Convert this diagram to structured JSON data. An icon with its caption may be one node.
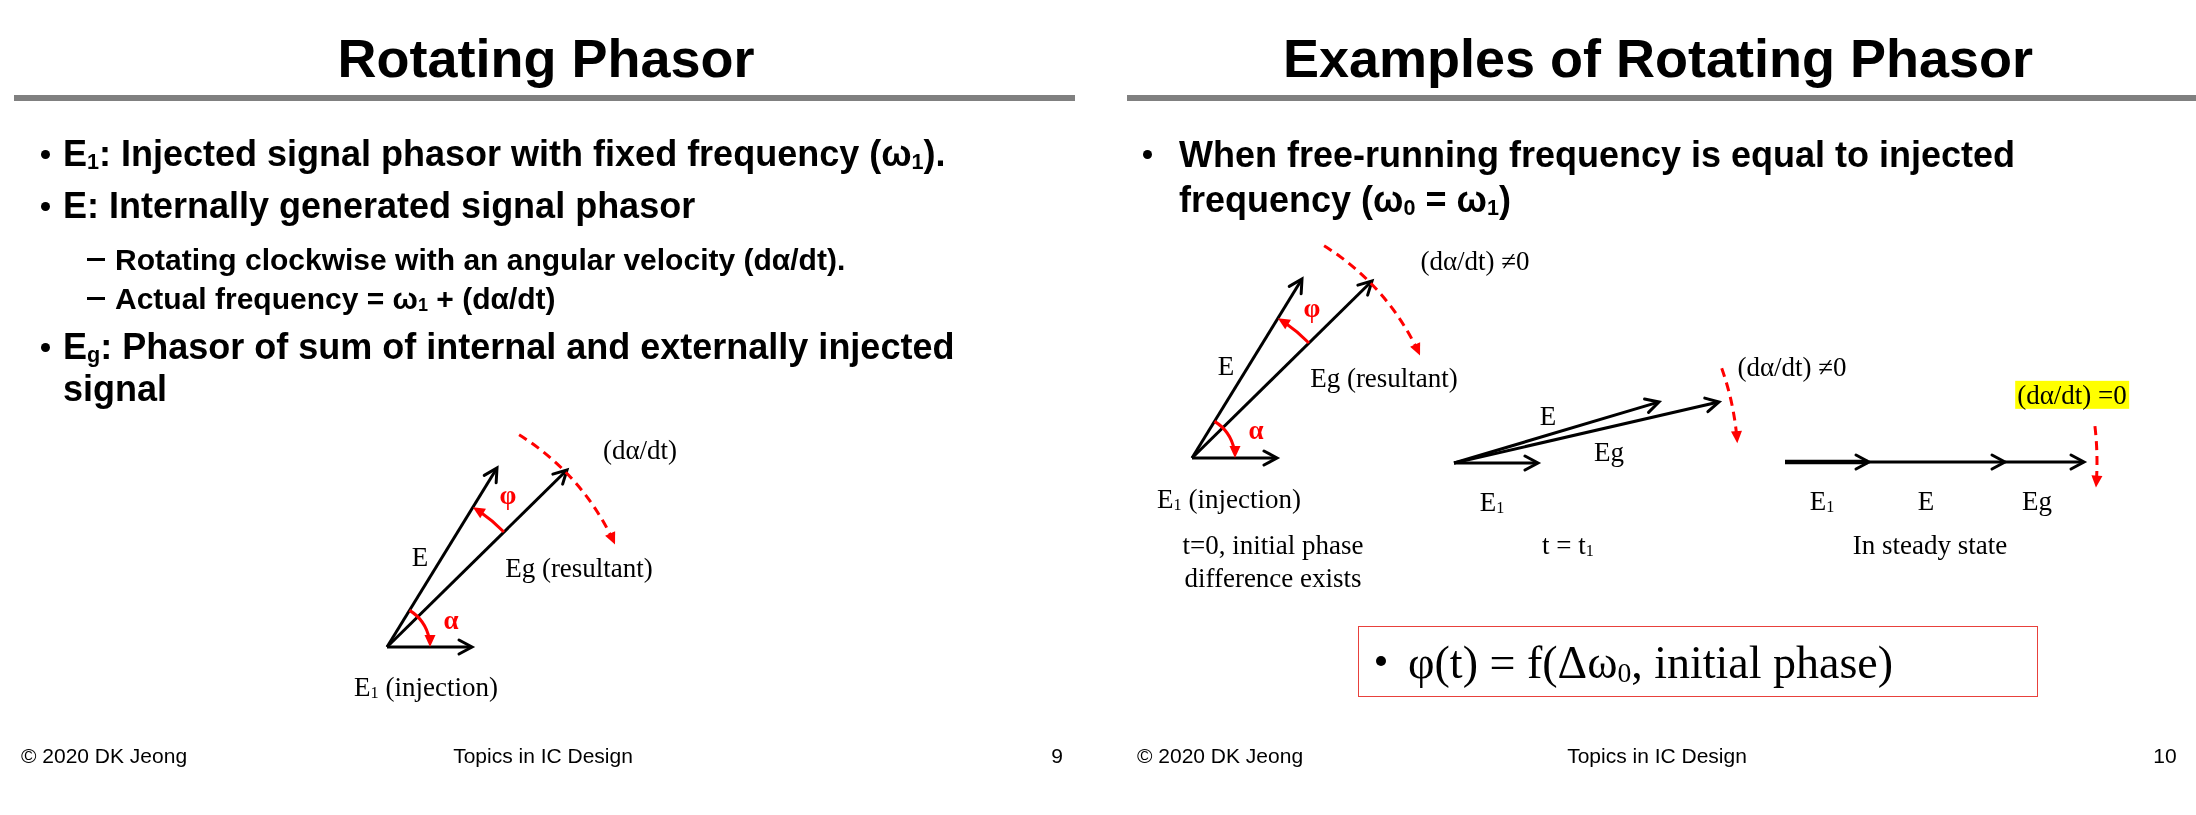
{
  "diagram": {
    "nodes": [
      {
        "text": [
          "φ(t) = f(Δω$_{0}$, initial phase)"
        ]
      }
    ],
    "labels": [
      "Rotating Phasor",
      "E$_{1}$: Injected signal phasor with fixed frequency (ω$_{1}$).",
      "E: Internally generated signal phasor",
      "Rotating clockwise with an angular velocity (dα/dt).",
      "Actual frequency = ω$_{1}$ + (dα/dt)",
      "E$_{g}$: Phasor of sum of internal and externally injected signal",
      "(dα/dt)",
      "φ",
      "E",
      "Eg (resultant)",
      "α",
      "E$_{1}$ (injection)",
      "© 2020 DK Jeong",
      "Topics in IC Design",
      "9",
      "Examples of Rotating Phasor",
      "When free-running frequency is equal to injected frequency (ω$_{0}$ = ω$_{1}$)",
      "(dα/dt) ≠0",
      "φ",
      "E",
      "Eg (resultant)",
      "α",
      "E$_{1}$ (injection)",
      "t=0, initial phase difference exists",
      "(dα/dt) ≠0",
      "E",
      "Eg",
      "E$_{1}$",
      "t = t$_{1}$",
      "(dα/dt) =0",
      "E$_{1}$",
      "E",
      "Eg",
      "In steady state",
      "© 2020 DK Jeong",
      "Topics in IC Design",
      "10"
    ]
  }
}
